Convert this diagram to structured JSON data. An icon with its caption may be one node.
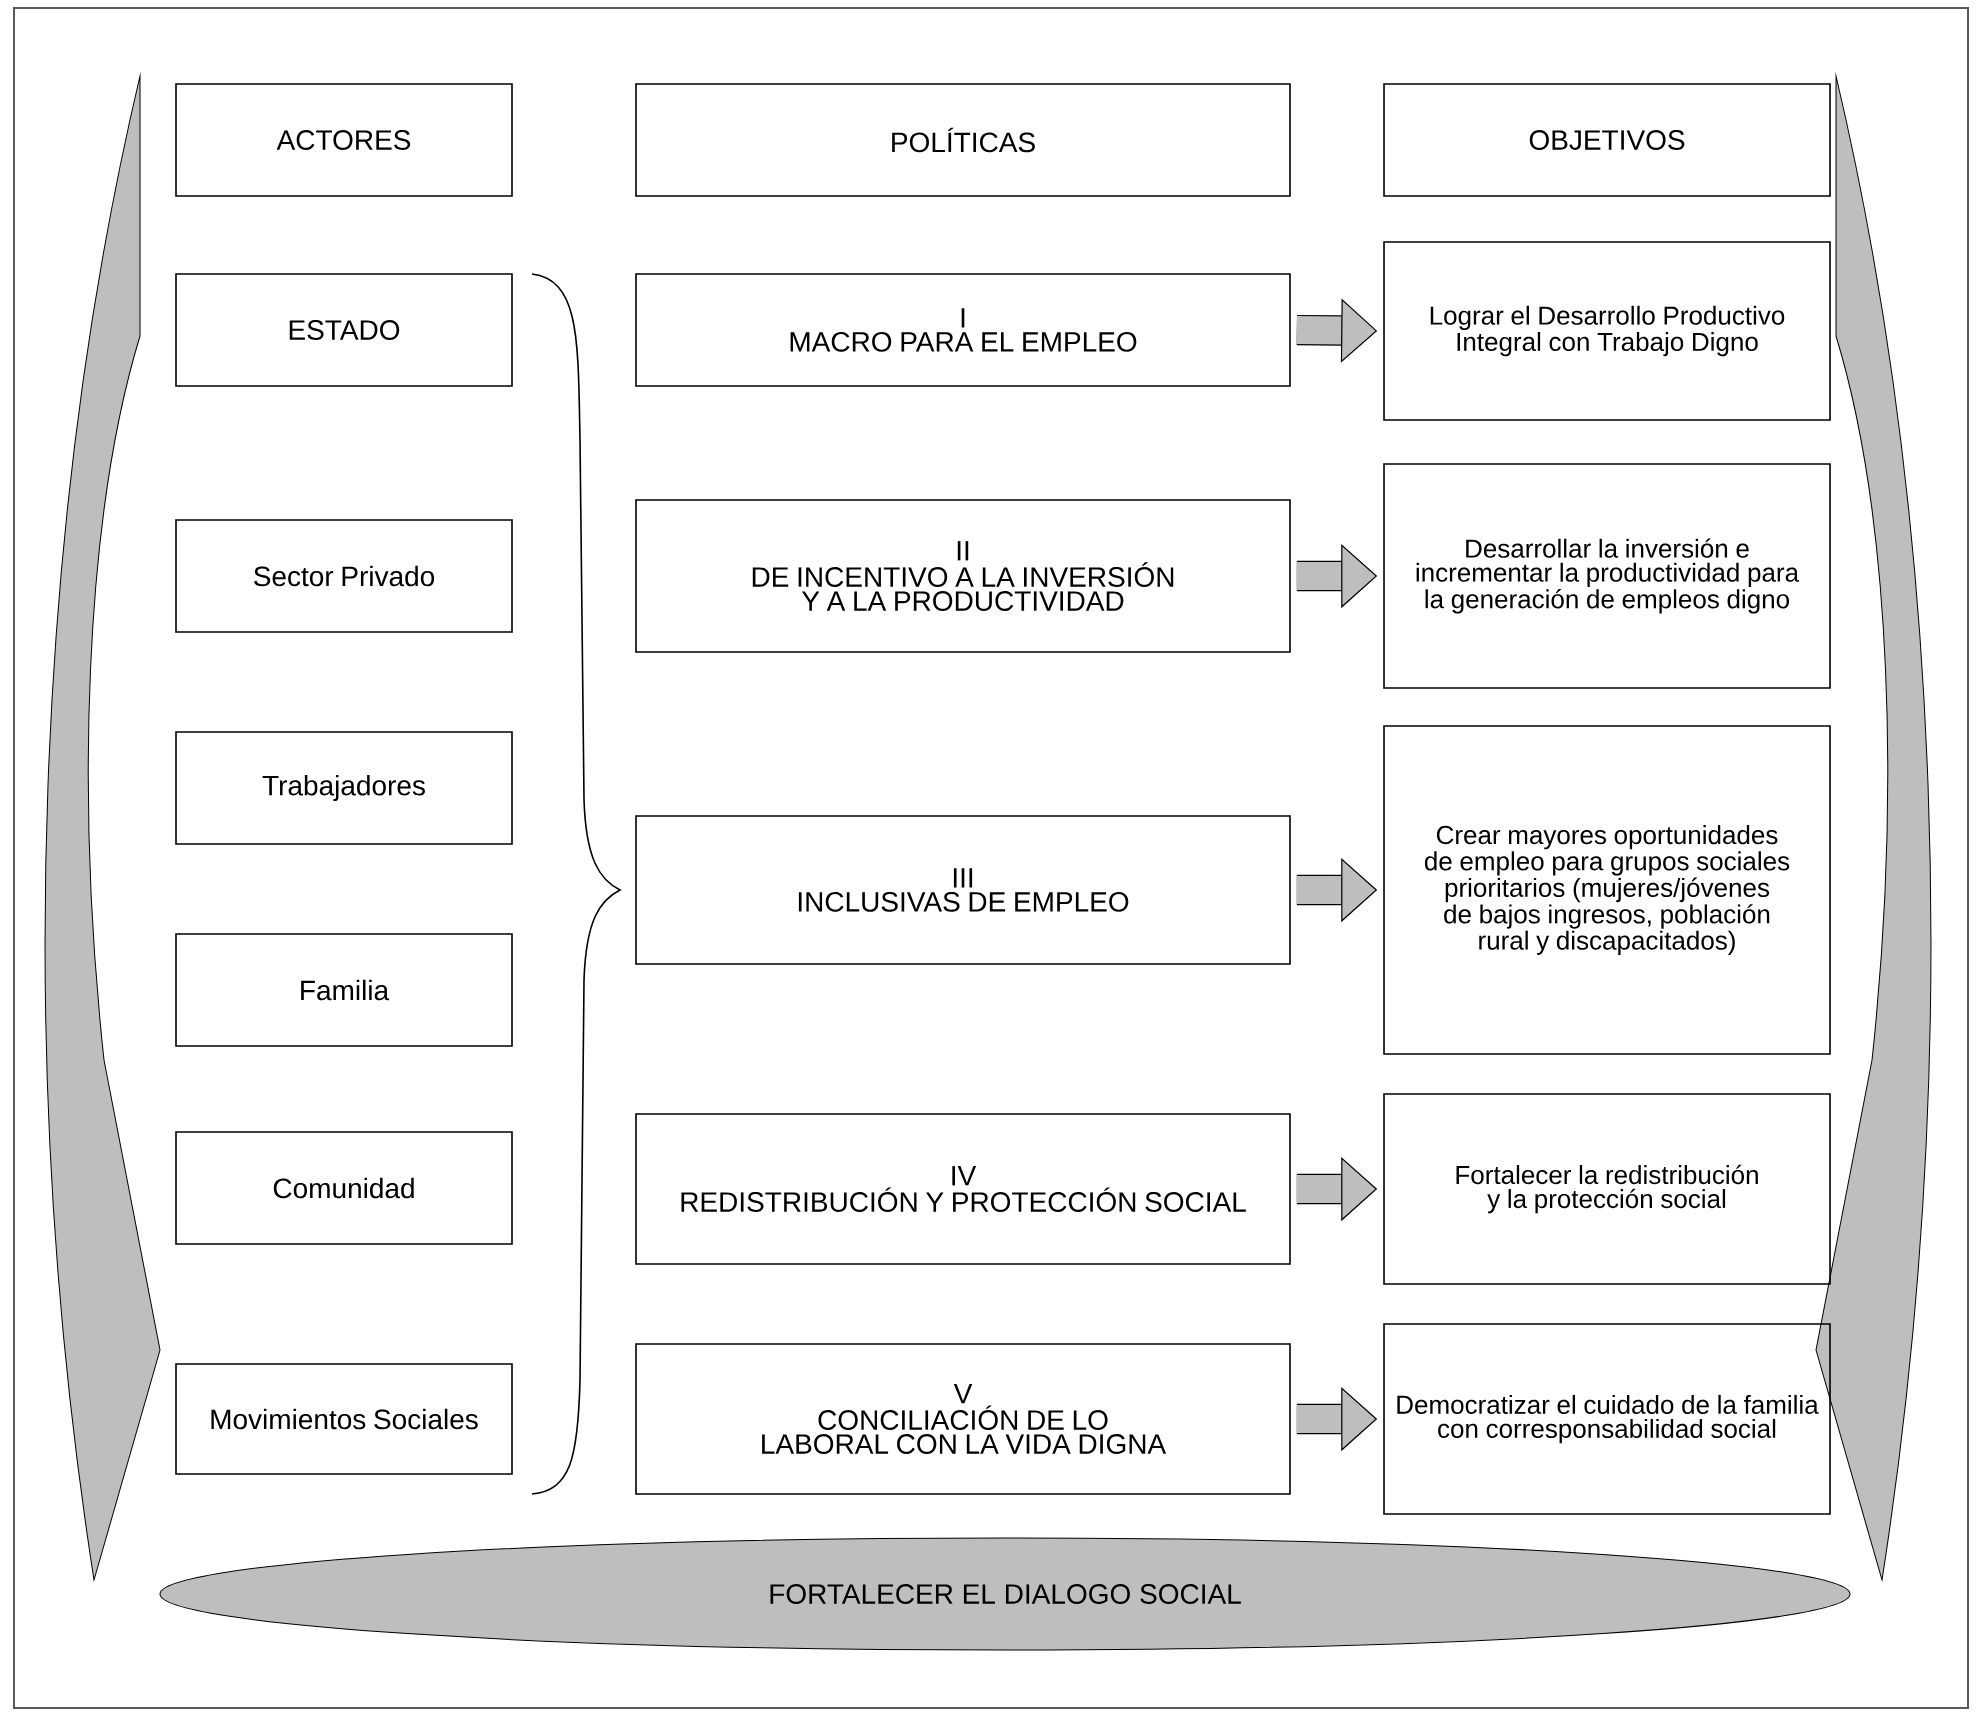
{
  "diagram": {
    "nodes": [
      {
        "text": [
          "ACTORES"
        ]
      },
      {
        "text": [
          "POLÍTICAS"
        ]
      },
      {
        "text": [
          "OBJETIVOS"
        ]
      },
      {
        "text": [
          "ESTADO"
        ]
      },
      {
        "text": [
          "Sector Privado"
        ]
      },
      {
        "text": [
          "Trabajadores"
        ]
      },
      {
        "text": [
          "Familia"
        ]
      },
      {
        "text": [
          "Comunidad"
        ]
      },
      {
        "text": [
          "Movimientos Sociales"
        ]
      },
      {
        "text": [
          "I",
          "MACRO PARA EL EMPLEO"
        ]
      },
      {
        "text": [
          "II",
          "DE INCENTIVO A LA INVERSIÓN Y A LA PRODUCTIVIDAD"
        ]
      },
      {
        "text": [
          "III",
          "INCLUSIVAS DE EMPLEO"
        ]
      },
      {
        "text": [
          "IV",
          "REDISTRIBUCIÓN Y PROTECCIÓN SOCIAL"
        ]
      },
      {
        "text": [
          "V",
          "CONCILIACIÓN DE LO LABORAL CON LA VIDA DIGNA"
        ]
      },
      {
        "text": [
          "Lograr el Desarrollo Productivo Integral con Trabajo Digno"
        ]
      },
      {
        "text": [
          "Desarrollar la inversión e incrementar la productividad para la generación de empleos digno"
        ]
      },
      {
        "text": [
          "Crear mayores oportunidades de empleo para grupos sociales prioritarios (mujeres/jóvenes de bajos ingresos, población rural y discapacitados)"
        ]
      },
      {
        "text": [
          "Fortalecer la redistribución y la protección social"
        ]
      },
      {
        "text": [
          "Democratizar el cuidado de la familia con corresponsabilidad social"
        ]
      },
      {
        "text": [
          "FORTALECER EL DIALOGO SOCIAL"
        ]
      }
    ],
    "edges": [
      {
        "from": 9,
        "to": 14,
        "arrow": "to"
      },
      {
        "from": 10,
        "to": 15,
        "arrow": "to"
      },
      {
        "from": 11,
        "to": 16,
        "arrow": "to"
      },
      {
        "from": 12,
        "to": 17,
        "arrow": "to"
      },
      {
        "from": 13,
        "to": 18,
        "arrow": "to"
      }
    ]
  }
}
